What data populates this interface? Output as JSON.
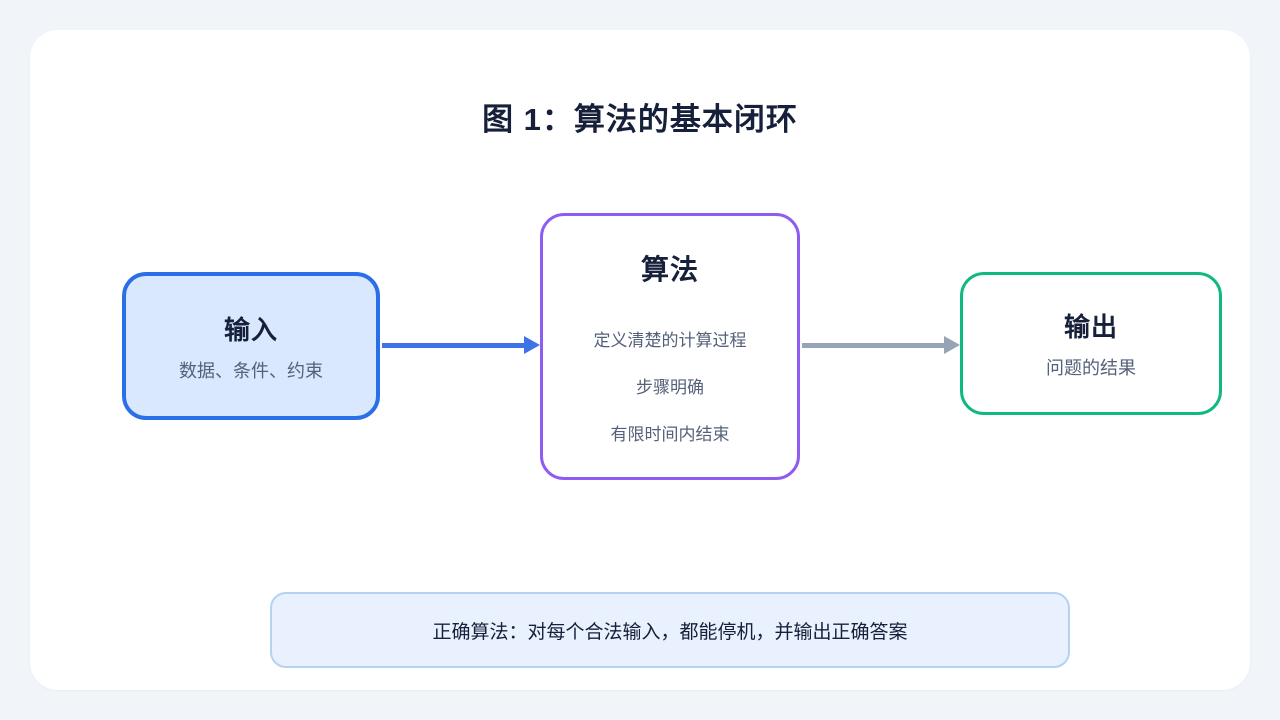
{
  "title": "图 1：算法的基本闭环",
  "nodes": {
    "input": {
      "title": "输入",
      "subtitle": "数据、条件、约束"
    },
    "algorithm": {
      "title": "算法",
      "lines": [
        "定义清楚的计算过程",
        "步骤明确",
        "有限时间内结束"
      ]
    },
    "output": {
      "title": "输出",
      "subtitle": "问题的结果"
    }
  },
  "note": {
    "text": "正确算法：对每个合法输入，都能停机，并输出正确答案"
  },
  "colors": {
    "page-bg": "#f1f5f9",
    "ink": "#16203a",
    "muted": "#55617a",
    "input-border": "#2b6fe8",
    "input-fill": "#d9e8fc",
    "algorithm-border": "#8e5cf3",
    "output-border": "#10b981",
    "arrow-blue": "#3e72e6",
    "arrow-gray": "#97a4b5",
    "note-fill": "#e8f1fd",
    "note-border": "#b5d2f2"
  }
}
